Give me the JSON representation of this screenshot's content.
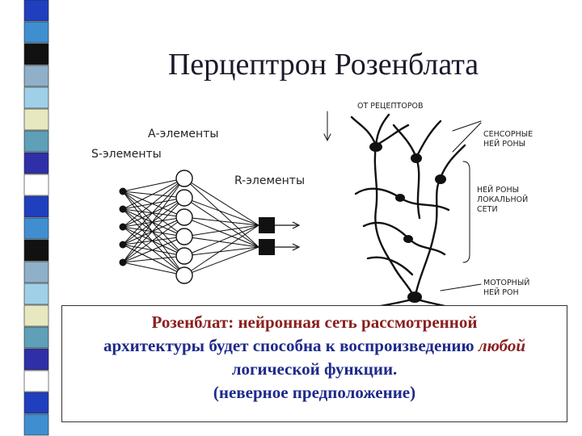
{
  "slide": {
    "title": "Перцептрон Розенблата",
    "stripe_colors": [
      "#1f3fbf",
      "#3f8fd0",
      "#111111",
      "#8fb0c8",
      "#9fd0e8",
      "#e8e8c0",
      "#5f9fb8",
      "#2f2fa8",
      "#ffffff"
    ]
  },
  "perceptron": {
    "a_label": "А-элементы",
    "s_label": "S-элементы",
    "r_label": "R-элементы",
    "s_count": 5,
    "a_count": 6,
    "r_count": 2
  },
  "neurons": {
    "from_receptors": "ОТ РЕЦЕПТОРОВ",
    "sensory_line1": "СЕНСОРНЫЕ",
    "sensory_line2": "НЕЙ РОНЫ",
    "local_line1": "НЕЙ РОНЫ",
    "local_line2": "ЛОКАЛЬНОЙ",
    "local_line3": "СЕТИ",
    "motor_line1": "МОТОРНЫЙ",
    "motor_line2": "НЕЙ РОН"
  },
  "caption": {
    "line1": "Розенблат: нейронная сеть рассмотренной",
    "line2_pre": "архитектуры будет способна к воспроизведению ",
    "line2_italic": "любой",
    "line3": "логической функции.",
    "line4": "(неверное предположение)"
  }
}
